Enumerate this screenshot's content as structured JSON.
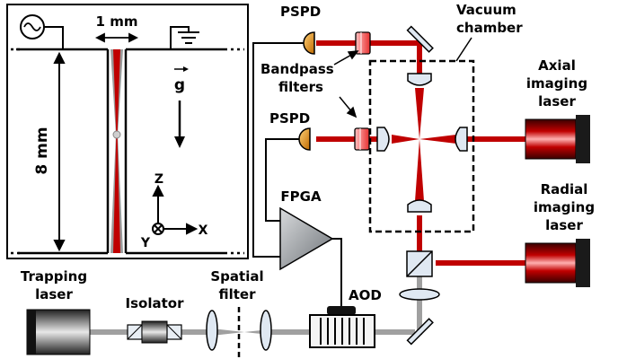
{
  "labels": {
    "gap": "1 mm",
    "height": "8 mm",
    "gravity": "g",
    "axis_z": "Z",
    "axis_x": "X",
    "axis_y": "Y",
    "pspd_top": "PSPD",
    "pspd_mid": "PSPD",
    "bandpass_1": "Bandpass",
    "bandpass_2": "filters",
    "vacuum_1": "Vacuum",
    "vacuum_2": "chamber",
    "axial_1": "Axial",
    "axial_2": "imaging",
    "axial_3": "laser",
    "radial_1": "Radial",
    "radial_2": "imaging",
    "radial_3": "laser",
    "fpga": "FPGA",
    "trapping_1": "Trapping",
    "trapping_2": "laser",
    "isolator": "Isolator",
    "spatial_1": "Spatial",
    "spatial_2": "filter",
    "aod": "AOD"
  },
  "colors": {
    "beam_red": "#c00000",
    "beam_gray": "#a0a0a0",
    "optic_fill": "#dfe8f2",
    "filter_fill": "#f05050",
    "pspd_fill": "#e08a00",
    "fpga_fill": "#9aa0a6"
  },
  "icons": [
    "ac-source-icon",
    "ground-icon"
  ]
}
